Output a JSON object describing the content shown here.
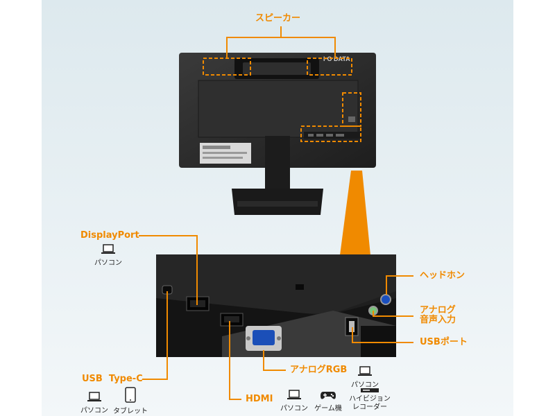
{
  "colors": {
    "accent": "#f08a00",
    "monitor": "#2b2b2b",
    "background": "#e9f1f4"
  },
  "brand": "I·O DATA",
  "labels": {
    "speaker": "スピーカー",
    "headphone": "ヘッドホン",
    "analog_audio_line1": "アナログ",
    "analog_audio_line2": "音声入力",
    "usb_port": "USBポート",
    "analog_rgb": "アナログRGB",
    "hdmi": "HDMI",
    "usb_type_c": "USB  Type-C",
    "displayport": "DisplayPort"
  },
  "devices": {
    "pc": "パソコン",
    "tablet": "タブレット",
    "game": "ゲーム機",
    "recorder_line1": "ハイビジョン",
    "recorder_line2": "レコーダー"
  }
}
